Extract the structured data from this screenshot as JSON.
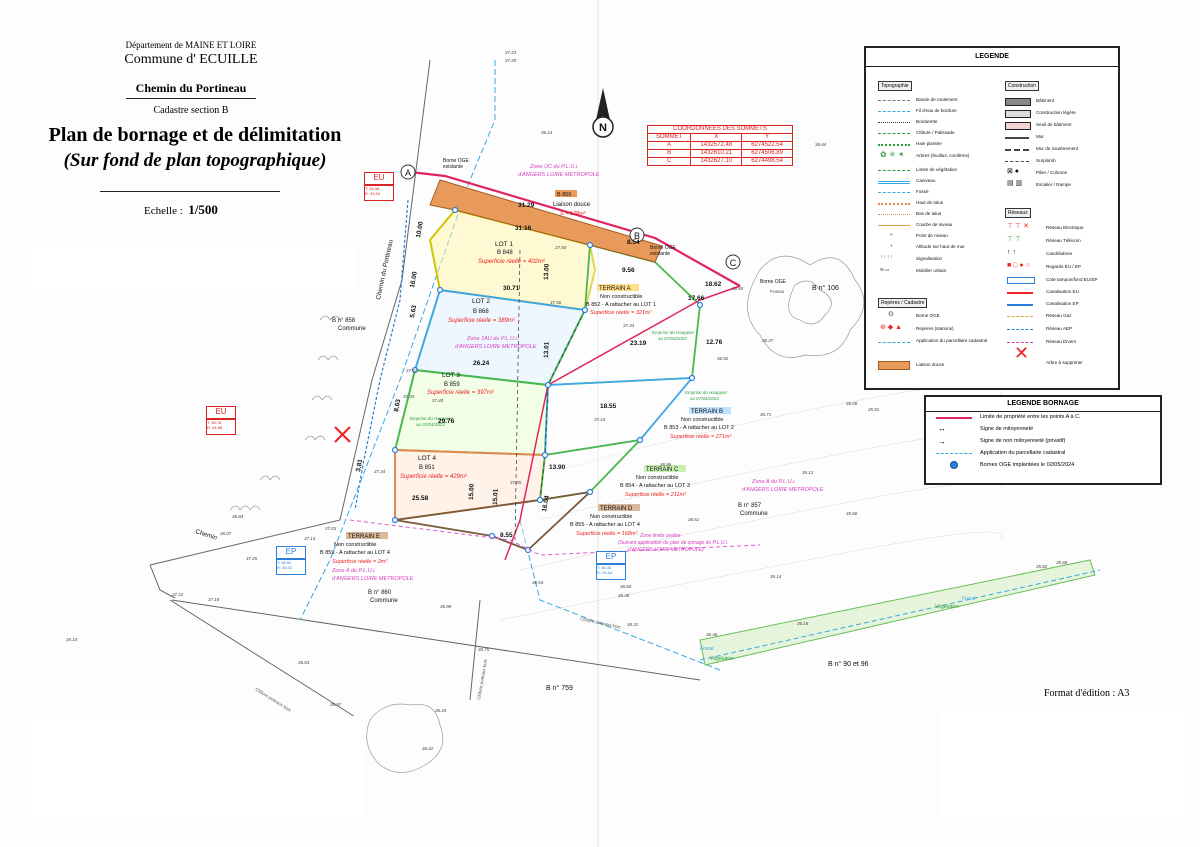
{
  "title_block": {
    "department": "Département de MAINE ET LOIRE",
    "commune": "Commune d' ECUILLE",
    "road": "Chemin du Portineau",
    "cadastre": "Cadastre section B",
    "title": "Plan de bornage et de délimitation",
    "subtitle": "(Sur fond de plan topographique)",
    "scale_label": "Echelle :",
    "scale_value": "1/500"
  },
  "format": "Format d'édition : A3",
  "north": "N",
  "coords_table": {
    "title": "COORDONNEES DES SOMMETS",
    "headers": [
      "SOMMET",
      "X",
      "Y"
    ],
    "rows": [
      [
        "A",
        "1432572.48",
        "6274522.54"
      ],
      [
        "B",
        "1432610.21",
        "6274506.89"
      ],
      [
        "C",
        "1432627.10",
        "6274498.54"
      ]
    ]
  },
  "legend": {
    "title": "LEGENDE",
    "sections": [
      "Topographie",
      "Construction",
      "Réseaux",
      "Repères / Cadastre"
    ],
    "topo_items": [
      "Bande de roulement",
      "Fil d'eau de bordure",
      "Bordurette",
      "Clôture / Palissade",
      "Haie plantée",
      "Arbres (feuillus, conifères)",
      "Limite de végétation",
      "Caniveau",
      "Fossé",
      "Haut de talus",
      "Bas de talus",
      "Courbe de niveau",
      "Point de niveau",
      "Altitude sur haut de mur",
      "Signalisation",
      "Mobilier urbain"
    ],
    "construction_items": [
      "Bâtiment",
      "Construction légère",
      "Seuil de bâtiment",
      "Mur",
      "Mur de soutènement",
      "Surplomb",
      "Pilier / Colonne",
      "Escalier / Rampe"
    ],
    "network_items": [
      "Réseau Electrique",
      "Réseau Télécom",
      "Candélabres",
      "Regards EU / EP",
      "Cote tampon/fond EU/EP",
      "Canalisation EU",
      "Canalisation EP",
      "Réseau Gaz",
      "Réseau AEP",
      "Réseau Divers"
    ],
    "reference_items": [
      "Borne OGE",
      "Repères (stations)",
      "Application du parcellaire cadastral",
      "Liaison douce",
      "Arbre à supprimer"
    ]
  },
  "bornage_legend": {
    "title": "LEGENDE BORNAGE",
    "items": [
      "Limite de propriété entre les points A à C.",
      "Signe de mitoyenneté",
      "Signe de non mitoyenneté (privatif)",
      "Application du parcellaire cadastral",
      "Bornes OGE implantées le 02/05/2024"
    ]
  },
  "lots": [
    {
      "name": "LOT 1",
      "parcel": "B 848",
      "area": "Superficie réelle = 402m²"
    },
    {
      "name": "LOT 2",
      "parcel": "B 868",
      "area": "Superficie réelle = 389m²"
    },
    {
      "name": "LOT 3",
      "parcel": "B 859",
      "area": "Superficie réelle = 397m²"
    },
    {
      "name": "LOT 4",
      "parcel": "B 851",
      "area": "Superficie réelle = 429m²"
    }
  ],
  "terrains": [
    {
      "name": "TERRAIN A",
      "line1": "Non constructible",
      "line2": "B 852 - A rattacher au LOT 1",
      "area": "Superficie réelle = 321m²"
    },
    {
      "name": "TERRAIN B",
      "line1": "Non constructible",
      "line2": "B 853 - A rattacher au LOT 2",
      "area": "Superficie réelle = 271m²"
    },
    {
      "name": "TERRAIN C",
      "line1": "Non constructible",
      "line2": "B 854 - A rattacher au LOT 3",
      "area": "Superficie réelle = 211m²"
    },
    {
      "name": "TERRAIN D",
      "line1": "Non constructible",
      "line2": "B 855 - A rattacher au LOT 4",
      "area": "Superficie réelle = 168m²"
    },
    {
      "name": "TERRAIN E",
      "line1": "Non constructible",
      "line2": "B 859 - A rattacher au LOT 4",
      "area": "Superficie réelle = 2m²"
    }
  ],
  "liaison": {
    "parcel": "B 856",
    "label": "Liaison douce",
    "area": "S = 178m²"
  },
  "zones": {
    "uc": "Zone UC du P.L.U.i.",
    "angers": "d'ANGERS LOIRE METROPOLE",
    "au": "Zone 1AU du P.L.U.i.",
    "a": "Zone A du P.L.U.i.",
    "limit": "Zone limite avalée",
    "limit_note": "(Suivant application du plan de zonage du P.L.U.i.",
    "limit_note2": "d'ANGERS LOIRE METROPOLE)"
  },
  "commune_parcels": {
    "b858": "B n° 858",
    "b857": "B n° 857",
    "b860": "B n° 860",
    "commune": "Commune",
    "b106": "B n° 106",
    "b759": "B n° 759",
    "b9096": "B n° 90 et 96"
  },
  "road_labels": {
    "portineau": "Chemin du Portineau",
    "chemin": "Chemin"
  },
  "tags": {
    "eu": "EU",
    "ep": "EP",
    "t": "T:",
    "r": "R:"
  },
  "dimensions": [
    "31.29",
    "31.16",
    "30.71",
    "26.24",
    "29.76",
    "25.58",
    "8.54",
    "9.56",
    "18.62",
    "17.66",
    "12.76",
    "23.19",
    "18.55",
    "13.90",
    "16.04",
    "8.55",
    "15.00",
    "15.01",
    "13.00",
    "13.01",
    "10.00",
    "5.63",
    "8.63",
    "16.00",
    "3.81"
  ],
  "points": {
    "a": "A",
    "b": "B",
    "c": "C"
  },
  "borne_labels": {
    "oge": "Borne OGE",
    "existante": "existante"
  },
  "emprise": "Emprise du Hauppier",
  "emprise_date": "au 07/04/2023",
  "misc": {
    "vegetation": "Végétation",
    "fosse": "Fossé",
    "cloture": "Clôture poteaux bois",
    "poteau": "Poteau"
  },
  "elevations": [
    "37.23",
    "37.20",
    "36.14",
    "36.64",
    "37.50",
    "37.56",
    "37.43",
    "36.85",
    "36.47",
    "36.92",
    "37.62",
    "37.33",
    "37.40",
    "37.24",
    "36.71",
    "36.86",
    "36.08",
    "35.91",
    "37.34",
    "37.05",
    "37.03",
    "36.51",
    "36.13",
    "35.66",
    "36.84",
    "36.07",
    "37.13",
    "37.25",
    "37.22",
    "37.18",
    "36.98",
    "36.75",
    "36.83",
    "36.60",
    "36.48",
    "36.31",
    "36.46",
    "36.16",
    "35.82",
    "35.68",
    "36.14",
    "36.54",
    "36.43",
    "36.42",
    "36.57",
    "35.10"
  ]
}
